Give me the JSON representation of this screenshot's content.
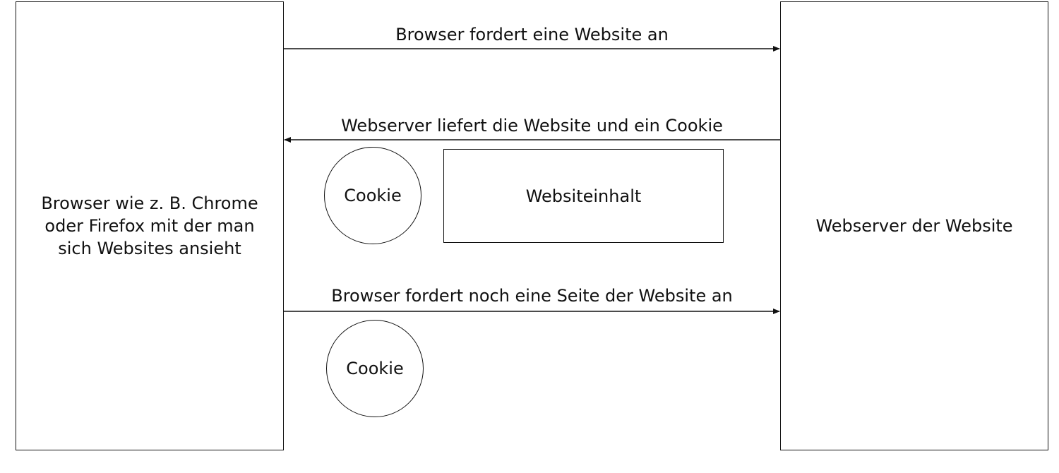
{
  "browser_box": {
    "text": "Browser wie z. B. Chrome\noder Firefox mit der man\nsich Websites ansieht"
  },
  "server_box": {
    "text": "Webserver der Website"
  },
  "arrows": [
    {
      "label": "Browser fordert eine Website an",
      "direction": "to-server"
    },
    {
      "label": "Webserver liefert die Website und ein Cookie",
      "direction": "to-browser"
    },
    {
      "label": "Browser fordert noch eine Seite der Website an",
      "direction": "to-server"
    }
  ],
  "cookie_1": {
    "text": "Cookie"
  },
  "content_box": {
    "text": "Websiteinhalt"
  },
  "cookie_2": {
    "text": "Cookie"
  }
}
